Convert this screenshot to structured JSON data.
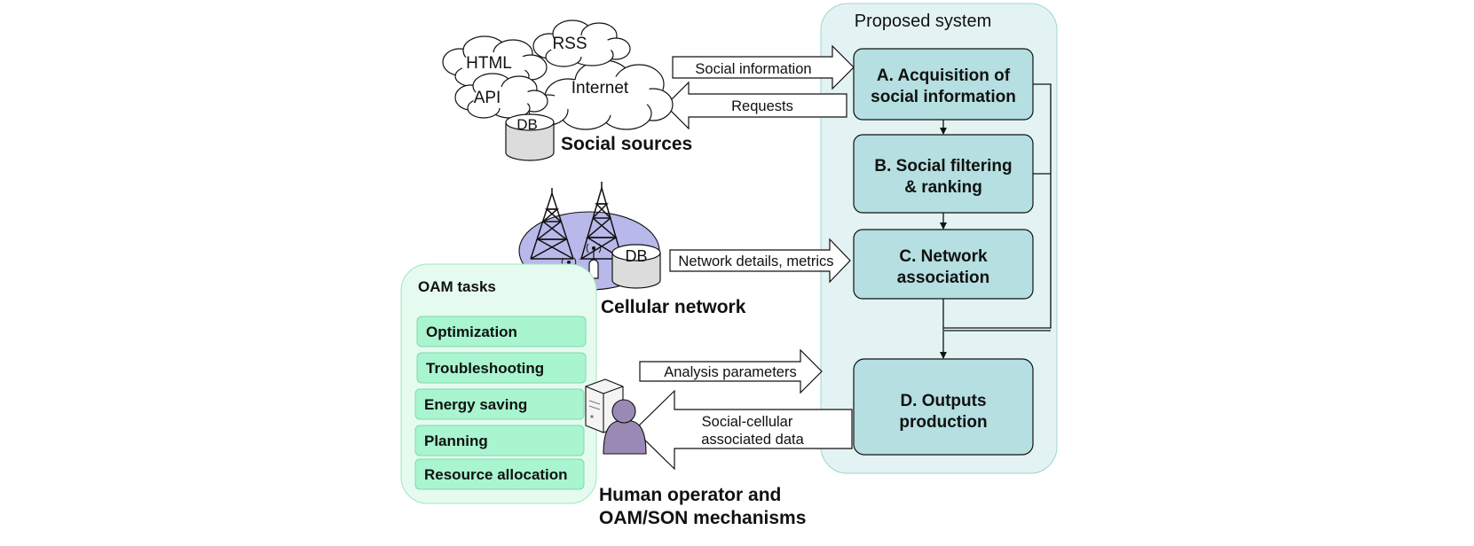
{
  "proposed_system": {
    "title": "Proposed system",
    "blocks": {
      "a": {
        "line1": "A. Acquisition of",
        "line2": "social information"
      },
      "b": {
        "line1": "B. Social filtering",
        "line2": "& ranking"
      },
      "c": {
        "line1": "C. Network",
        "line2": "association"
      },
      "d": {
        "line1": "D. Outputs",
        "line2": "production"
      }
    }
  },
  "social_sources": {
    "label": "Social sources",
    "clouds": {
      "html": "HTML",
      "rss": "RSS",
      "api": "API",
      "internet": "Internet"
    },
    "db": "DB"
  },
  "cellular_network": {
    "label": "Cellular network",
    "db": "DB"
  },
  "oam": {
    "title": "OAM tasks",
    "tasks": [
      "Optimization",
      "Troubleshooting",
      "Energy saving",
      "Planning",
      "Resource allocation"
    ]
  },
  "operator": {
    "line1": "Human operator and",
    "line2": "OAM/SON mechanisms"
  },
  "arrows": {
    "social_information": "Social information",
    "requests": "Requests",
    "network_details": "Network details, metrics",
    "analysis_parameters": "Analysis parameters",
    "associated_data_line1": "Social-cellular",
    "associated_data_line2": "associated data"
  },
  "colors": {
    "system_bg": "#e3f3f3",
    "block_fill": "#b5dfe0",
    "oam_bg": "#e6fbef",
    "task_fill": "#a8f5cf",
    "network_ellipse": "#b9b8eb",
    "person": "#9b89b5"
  }
}
